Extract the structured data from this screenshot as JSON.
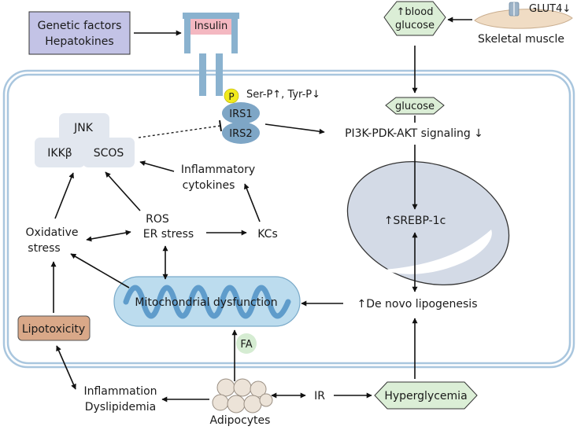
{
  "top": {
    "genetic_factors": "Genetic factors",
    "hepatokines": "Hepatokines",
    "insulin": "Insulin",
    "blood_glucose_line1": "↑blood",
    "blood_glucose_line2": "glucose",
    "glut4": "GLUT4↓",
    "skeletal_muscle": "Skeletal muscle"
  },
  "cell": {
    "p_marker": "P",
    "phospho_label": "Ser-P↑, Tyr-P↓",
    "irs1": "IRS1",
    "irs2": "IRS2",
    "glucose": "glucose",
    "pi3k": "PI3K-PDK-AKT signaling ↓",
    "jnk": "JNK",
    "ikkb": "IKKβ",
    "scos": "SCOS",
    "inflammatory_line1": "Inflammatory",
    "inflammatory_line2": "cytokines",
    "ros": "ROS",
    "er_stress": "ER stress",
    "kcs": "KCs",
    "oxidative_line1": "Oxidative",
    "oxidative_line2": "stress",
    "srebp": "↑SREBP-1c",
    "mito": "Mitochondrial dysfunction",
    "de_novo": "↑De novo lipogenesis",
    "lipotoxicity": "Lipotoxicity",
    "fa": "FA"
  },
  "bottom": {
    "inflammation": "Inflammation",
    "dyslipidemia": "Dyslipidemia",
    "adipocytes": "Adipocytes",
    "ir": "IR",
    "hyperglycemia": "Hyperglycemia"
  },
  "colors": {
    "membrane": "#a9c6de",
    "receptor": "#8ab2cf",
    "insulin_fill": "#f4b8c1",
    "factors_fill": "#c3c3e6",
    "green_fill": "#dbeed6",
    "irs_fill": "#7ea6c6",
    "p_fill": "#f2ea1c",
    "kinase_fill": "#e2e7ef",
    "nucleus_fill": "#d3dae6",
    "mito_fill": "#bcdcee",
    "mito_cristae": "#5f9ccb",
    "lipo_fill": "#d9a888",
    "fa_fill": "#d5ecd2",
    "adipocyte_fill": "#ece3d8"
  }
}
